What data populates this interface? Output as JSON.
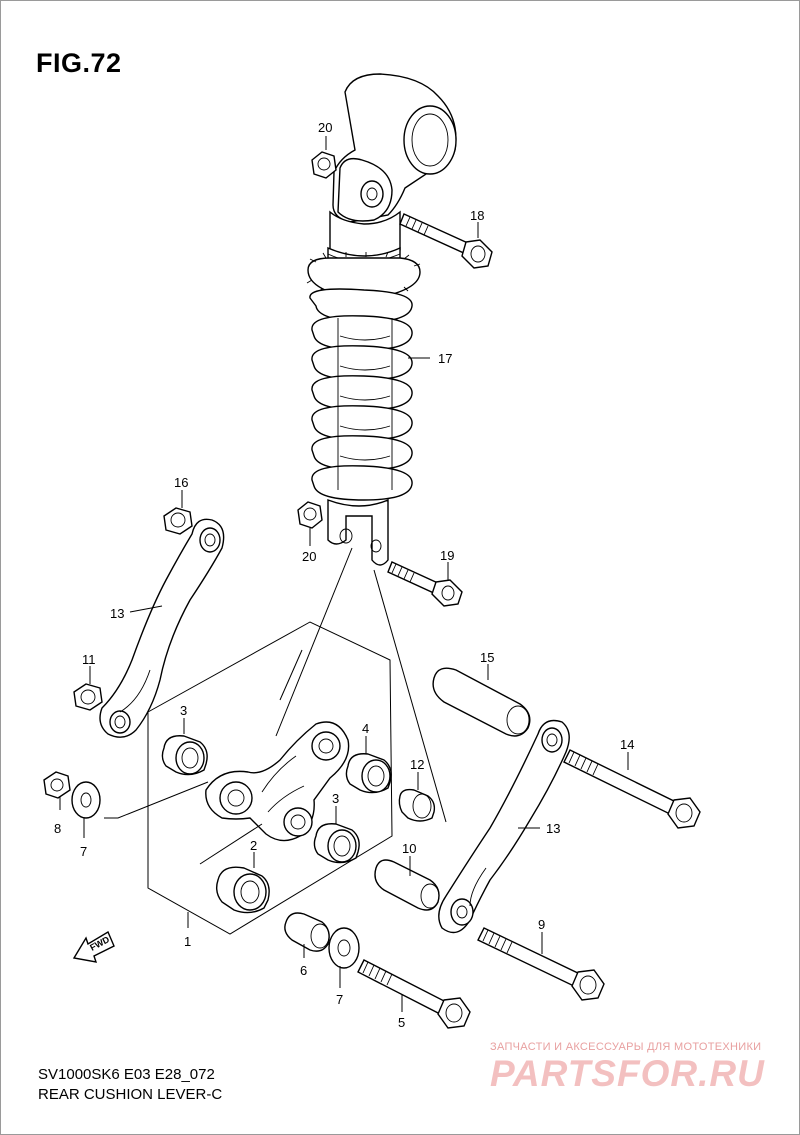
{
  "figure": {
    "title": "FIG.72",
    "model_code": "SV1000SK6 E03 E28_072",
    "caption": "REAR CUSHION LEVER-C"
  },
  "watermark": {
    "tagline": "ЗАПЧАСТИ И АКСЕССУАРЫ ДЛЯ МОТОТЕХНИКИ",
    "logo": "PARTSFOR.RU",
    "color": "#f3c0c0"
  },
  "fwd_marker": {
    "label": "FWD",
    "icon": "arrow-left-icon"
  },
  "callouts": [
    "20",
    "18",
    "17",
    "16",
    "20",
    "19",
    "13",
    "11",
    "15",
    "3",
    "4",
    "12",
    "14",
    "8",
    "7",
    "3",
    "13",
    "2",
    "10",
    "1",
    "9",
    "6",
    "7",
    "5"
  ]
}
